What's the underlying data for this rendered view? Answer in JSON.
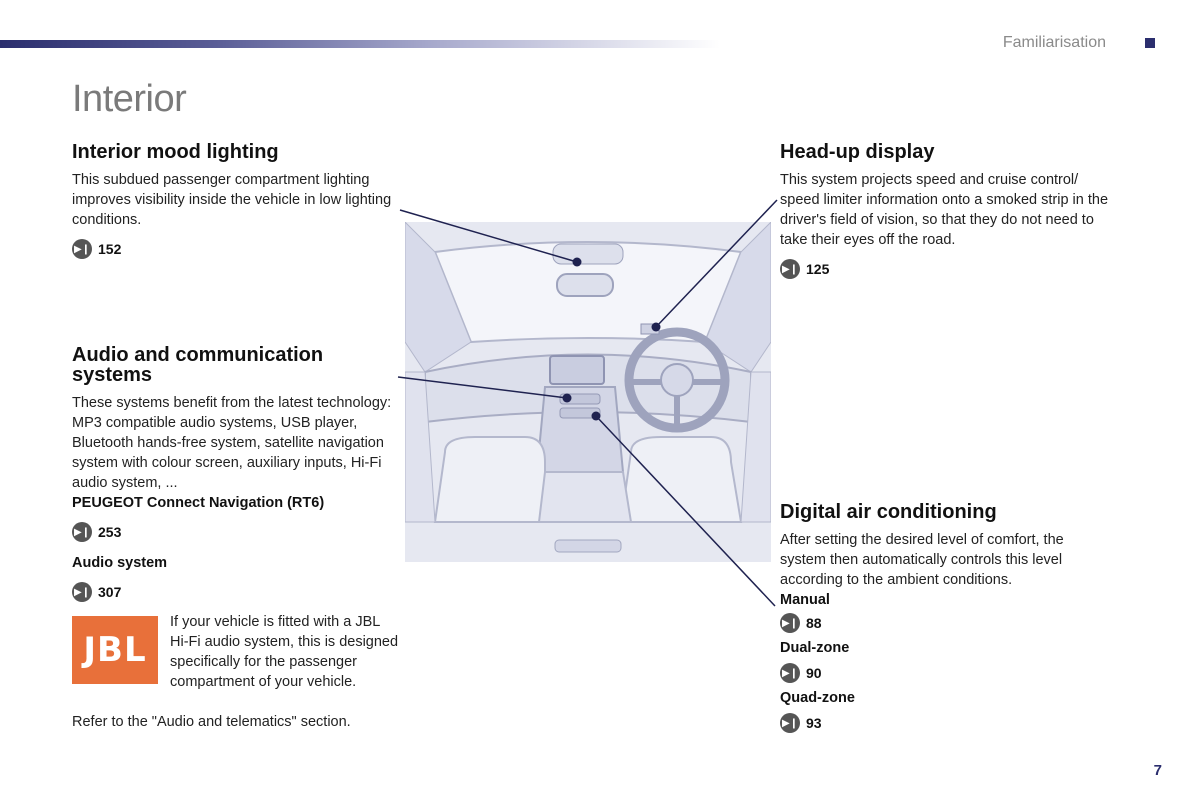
{
  "header": {
    "section": "Familiarisation",
    "page_number": "7",
    "accent_color": "#2b2e6e"
  },
  "title": "Interior",
  "mood_lighting": {
    "heading": "Interior mood lighting",
    "body": "This subdued passenger compartment lighting improves visibility inside the vehicle in low lighting conditions.",
    "ref": "152"
  },
  "audio": {
    "heading": "Audio and communication systems",
    "body": "These systems benefit from the latest technology: MP3 compatible audio systems, USB player, Bluetooth hands-free system, satellite navigation system with colour screen, auxiliary inputs, Hi-Fi audio system, ...",
    "nav_label": "PEUGEOT Connect Navigation (RT6)",
    "nav_ref": "253",
    "audio_label": "Audio system",
    "audio_ref": "307",
    "jbl_logo": "JBL",
    "jbl_text": "If your vehicle is fitted with a JBL Hi-Fi audio system, this is designed specifically for the passenger compartment of your vehicle.",
    "refer": "Refer to the \"Audio and telematics\" section."
  },
  "hud": {
    "heading": "Head-up display",
    "body": "This system projects speed and cruise control/ speed limiter information onto a smoked strip in the driver's field of vision, so that they do not need to take their eyes off the road.",
    "ref": "125"
  },
  "air_conditioning": {
    "heading": "Digital air conditioning",
    "body": "After setting the desired level of comfort, the system then automatically controls this level according to the ambient conditions.",
    "manual_label": "Manual",
    "manual_ref": "88",
    "dual_label": "Dual-zone",
    "dual_ref": "90",
    "quad_label": "Quad-zone",
    "quad_ref": "93"
  },
  "icons": {
    "ref_icon": "page-reference-icon",
    "ref_icon_color": "#555555",
    "jbl_color": "#e8703a"
  }
}
